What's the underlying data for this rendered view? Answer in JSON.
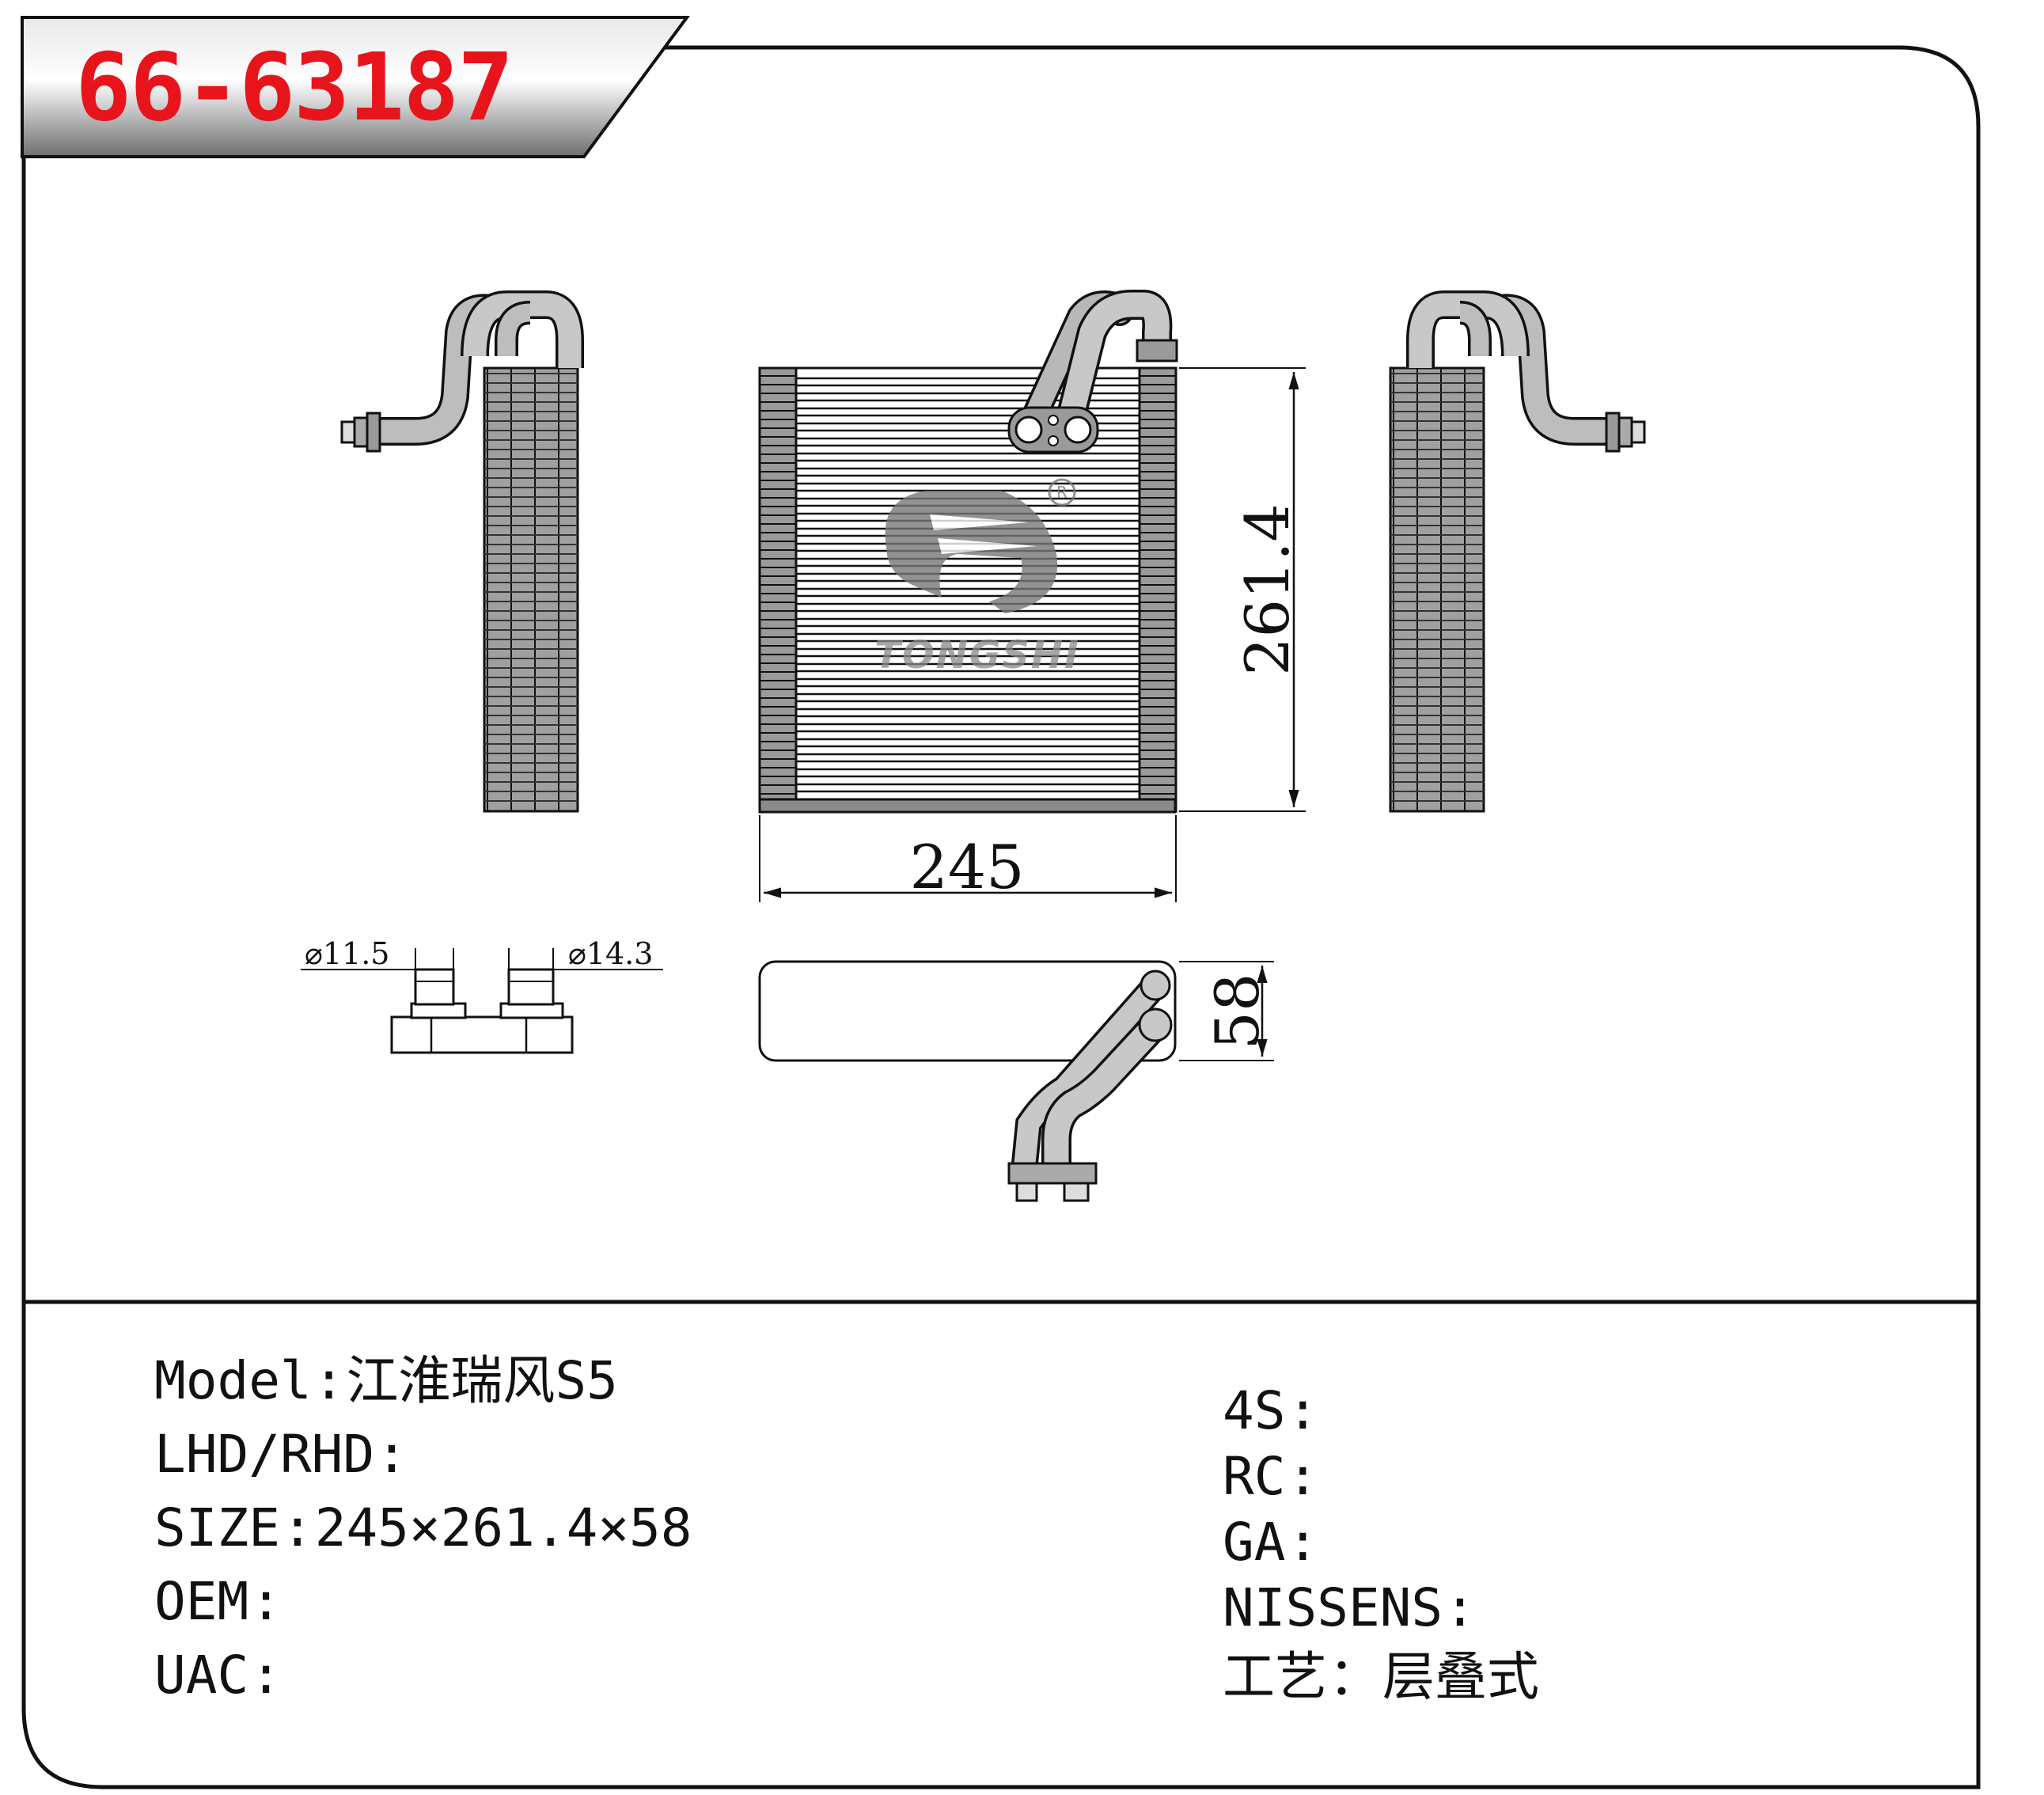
{
  "header": {
    "part_number": "66-63187"
  },
  "drawing": {
    "dim_width": "245",
    "dim_height": "261.4",
    "dim_depth": "58",
    "pipe_diameter_small": "⌀11.5",
    "pipe_diameter_large": "⌀14.3",
    "watermark_text": "TONGSHI",
    "registered_mark": "R"
  },
  "specs_left": [
    {
      "label": "Model",
      "value": "江淮瑞风S5"
    },
    {
      "label": "LHD/RHD",
      "value": ""
    },
    {
      "label": "SIZE",
      "value": "245×261.4×58"
    },
    {
      "label": "OEM",
      "value": ""
    },
    {
      "label": "UAC",
      "value": ""
    }
  ],
  "specs_right": [
    {
      "label": "4S",
      "value": ""
    },
    {
      "label": "RC",
      "value": ""
    },
    {
      "label": "GA",
      "value": ""
    },
    {
      "label": "NISSENS",
      "value": ""
    },
    {
      "label": "工艺",
      "value": "层叠式"
    }
  ],
  "colors": {
    "accent": "#e8141c",
    "line": "#111111",
    "fill": "#9a9a9a"
  }
}
